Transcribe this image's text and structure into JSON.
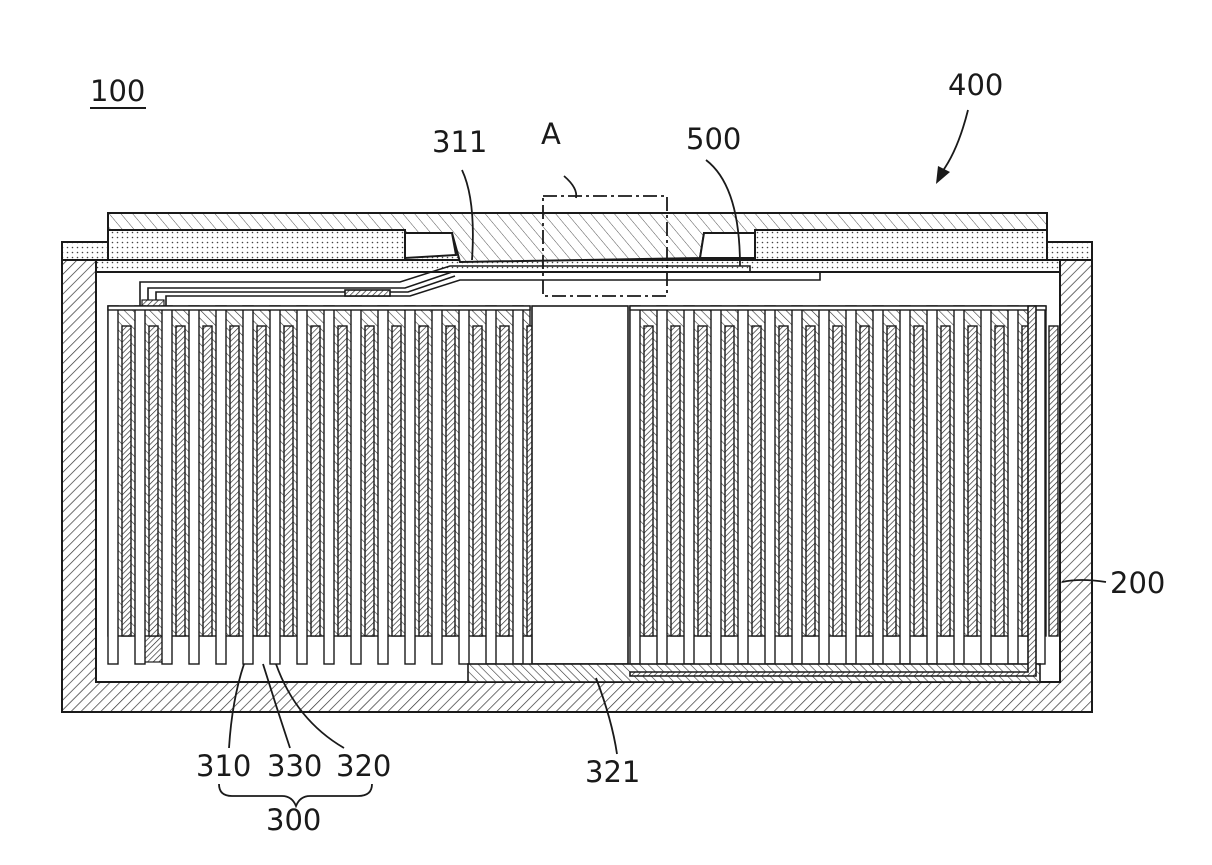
{
  "figure": {
    "ref_100": "100",
    "ref_400": "400",
    "ref_A": "A",
    "ref_311": "311",
    "ref_500": "500",
    "ref_200": "200",
    "ref_310": "310",
    "ref_330": "330",
    "ref_320": "320",
    "ref_300": "300",
    "ref_321": "321"
  },
  "colors": {
    "ink": "#1a1a1a",
    "background": "#ffffff"
  }
}
